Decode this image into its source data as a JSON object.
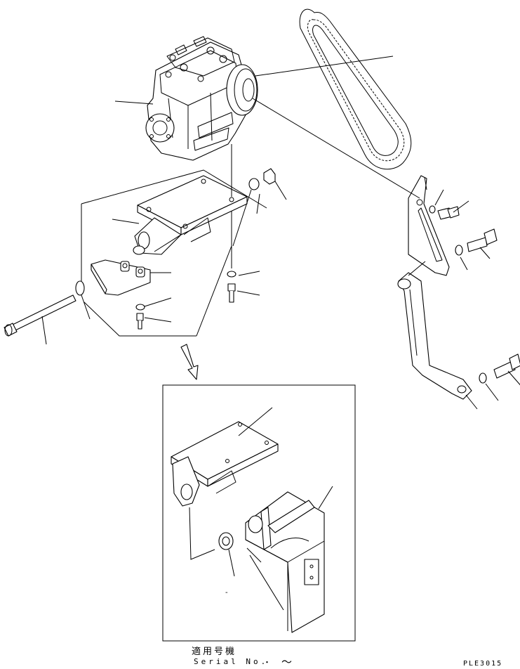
{
  "texts": {
    "applicable_label": "適用号機",
    "serial_label": "Serial No.",
    "serial_separator": "・",
    "serial_range": "～",
    "inset_label_dash": "-",
    "drawing_code": "PLE3015"
  },
  "colors": {
    "line": "#000000",
    "background": "#ffffff"
  }
}
